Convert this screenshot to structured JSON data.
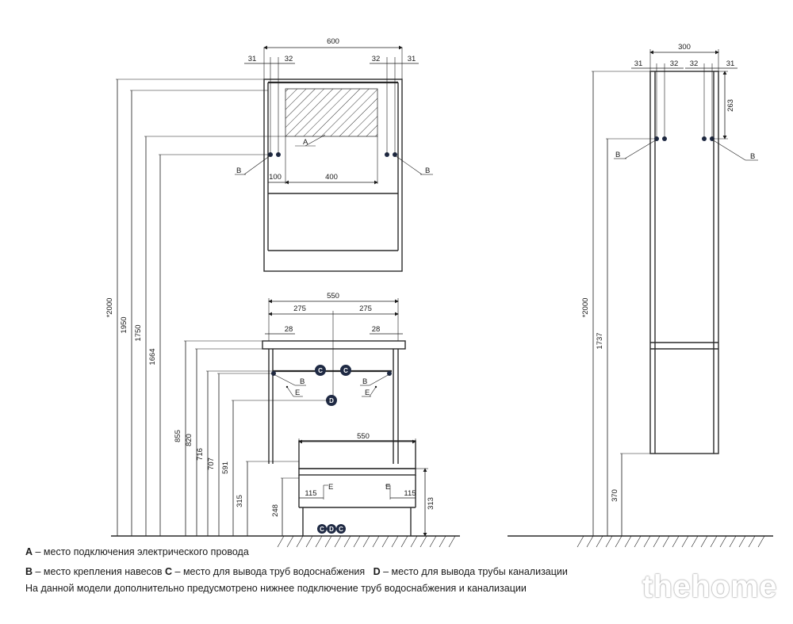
{
  "dimensions": {
    "top_width": "600",
    "top_31_left": "31",
    "top_32_left": "32",
    "top_32_right": "32",
    "top_31_right": "31",
    "inner_100": "100",
    "inner_400": "400",
    "mid_550": "550",
    "mid_275_left": "275",
    "mid_275_right": "275",
    "mid_28_left": "28",
    "mid_28_right": "28",
    "base_550": "550",
    "base_115_left": "115",
    "base_115_right": "115",
    "h_2000": "*2000",
    "h_1950": "1950",
    "h_1750": "1750",
    "h_1664": "1664",
    "h_855": "855",
    "h_820": "820",
    "h_716": "716",
    "h_707": "707",
    "h_591": "591",
    "h_315": "315",
    "h_248": "248",
    "h_313": "313",
    "side_300": "300",
    "side_31_left": "31",
    "side_32_left": "32",
    "side_32_right": "32",
    "side_31_right": "31",
    "side_263": "263",
    "side_2000": "*2000",
    "side_1737": "1737",
    "side_370": "370"
  },
  "markers": {
    "a": "A",
    "b": "B",
    "c": "C",
    "d": "D",
    "e": "E"
  },
  "legend": {
    "a_key": "A",
    "a_text": " – место подключения электрического провода",
    "b_key": "B",
    "b_text": " – место крепления навесов ",
    "c_key": "C",
    "c_text": " – место для вывода труб водоснабжения",
    "d_key": "D",
    "d_text": " – место для вывода трубы канализации",
    "note": "На данной модели дополнительно предусмотрено нижнее подключение труб водоснабжения и канализации"
  },
  "watermark": "thehome"
}
